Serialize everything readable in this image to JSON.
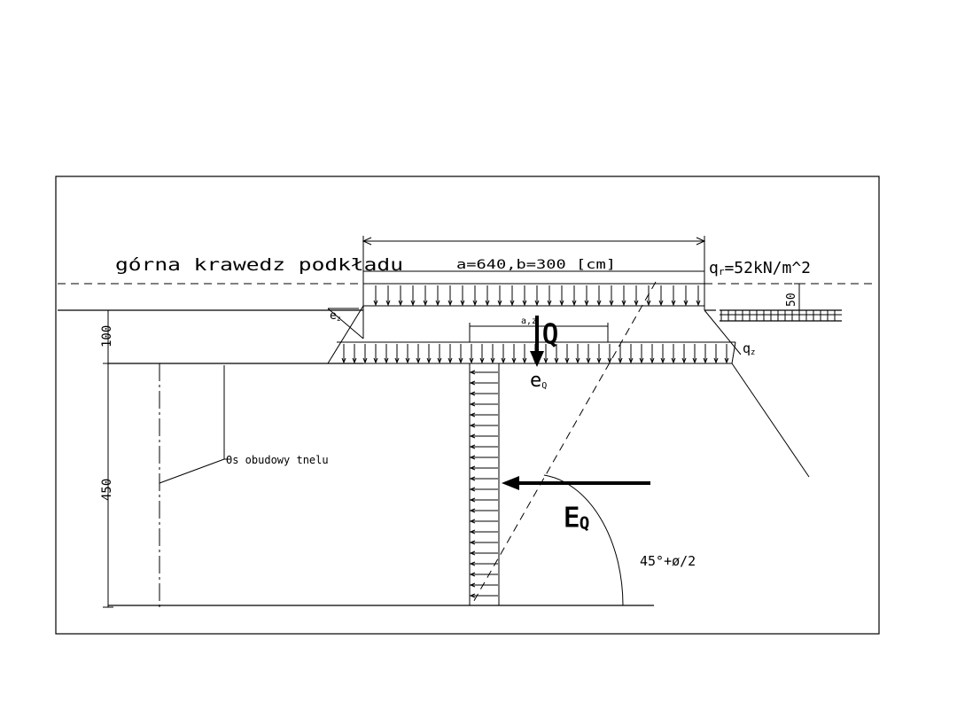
{
  "labels": {
    "top_edge": "górna krawedz podkładu",
    "dimension_ab": "a=640,b=300 [cm]",
    "load_q": "q",
    "load_q_sub": "r",
    "load_q_value": "=52kN/m^2",
    "dim_50": "50",
    "dim_100": "100",
    "dim_450": "450",
    "q_lower": "q",
    "q_lower_sub": "z",
    "e_small": "e",
    "e_small_sub": "z",
    "eq": "e",
    "eq_sub": "Q",
    "az": "a,z",
    "Q": "Q",
    "EQ": "E",
    "EQ_sub": "Q",
    "tunnel_axis": "Os obudowy tnelu",
    "angle": "45°+ø/2"
  }
}
